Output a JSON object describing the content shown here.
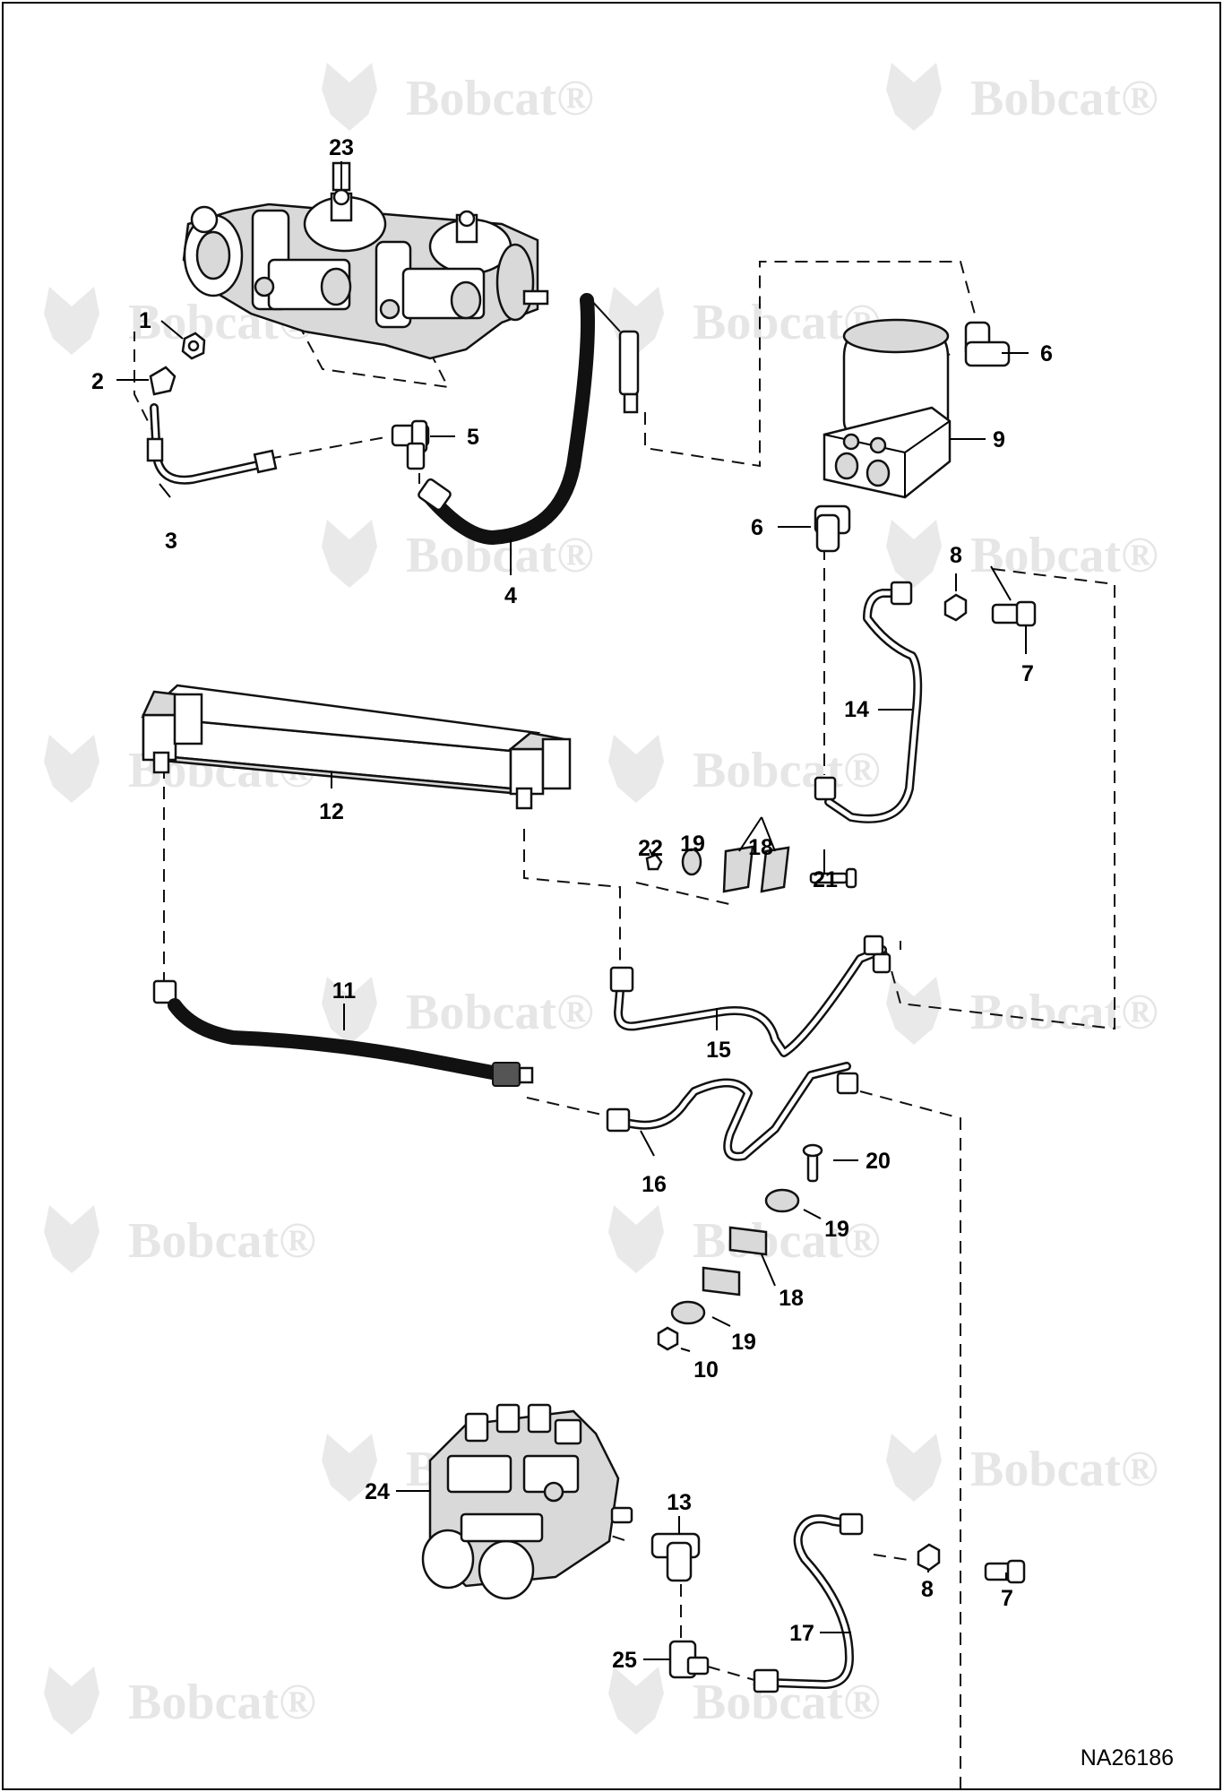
{
  "watermark": {
    "brand": "Bobcat",
    "mark": "®"
  },
  "diagram_code": "NA26186",
  "callouts": [
    {
      "id": "c23",
      "label": "23"
    },
    {
      "id": "c1",
      "label": "1"
    },
    {
      "id": "c2",
      "label": "2"
    },
    {
      "id": "c5",
      "label": "5"
    },
    {
      "id": "c3",
      "label": "3"
    },
    {
      "id": "c4",
      "label": "4"
    },
    {
      "id": "c6a",
      "label": "6"
    },
    {
      "id": "c9",
      "label": "9"
    },
    {
      "id": "c6b",
      "label": "6"
    },
    {
      "id": "c8a",
      "label": "8"
    },
    {
      "id": "c7a",
      "label": "7"
    },
    {
      "id": "c14",
      "label": "14"
    },
    {
      "id": "c12",
      "label": "12"
    },
    {
      "id": "c22",
      "label": "22"
    },
    {
      "id": "c19a",
      "label": "19"
    },
    {
      "id": "c18a",
      "label": "18"
    },
    {
      "id": "c21",
      "label": "21"
    },
    {
      "id": "c11",
      "label": "11"
    },
    {
      "id": "c15",
      "label": "15"
    },
    {
      "id": "c16",
      "label": "16"
    },
    {
      "id": "c20",
      "label": "20"
    },
    {
      "id": "c19b",
      "label": "19"
    },
    {
      "id": "c18b",
      "label": "18"
    },
    {
      "id": "c19c",
      "label": "19"
    },
    {
      "id": "c10",
      "label": "10"
    },
    {
      "id": "c24",
      "label": "24"
    },
    {
      "id": "c13",
      "label": "13"
    },
    {
      "id": "c8b",
      "label": "8"
    },
    {
      "id": "c7b",
      "label": "7"
    },
    {
      "id": "c17",
      "label": "17"
    },
    {
      "id": "c25",
      "label": "25"
    }
  ]
}
